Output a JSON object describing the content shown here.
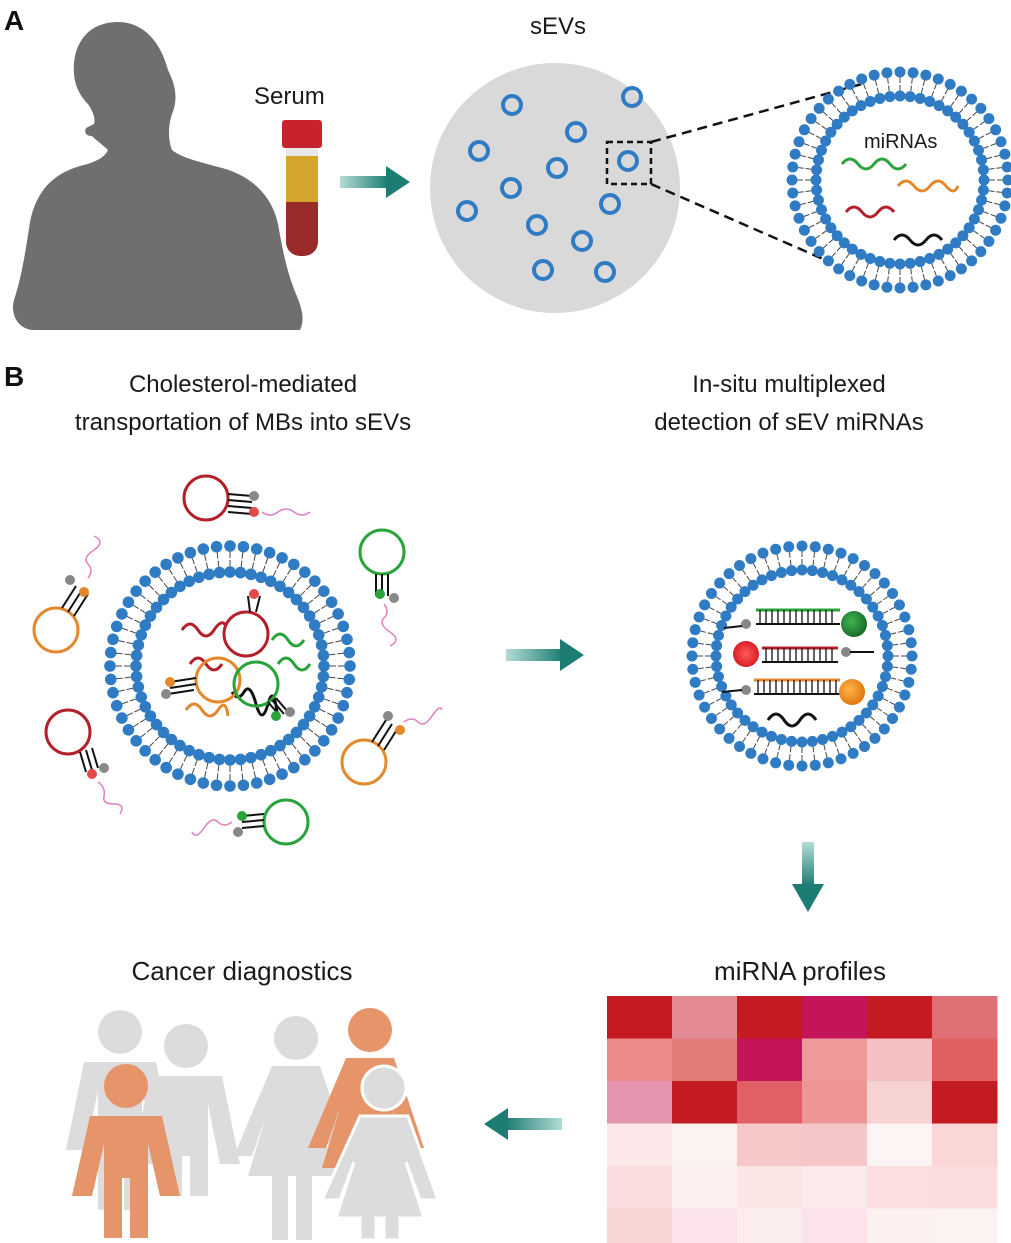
{
  "panel_a": {
    "letter": "A",
    "serum_label": "Serum",
    "sevs_label": "sEVs",
    "mirnas_label": "miRNAs"
  },
  "panel_b": {
    "letter": "B",
    "left_title_line1": "Cholesterol-mediated",
    "left_title_line2": "transportation of MBs into sEVs",
    "right_title_line1": "In-situ multiplexed",
    "right_title_line2": "detection of sEV miRNAs",
    "profiles_label": "miRNA profiles",
    "diagnostics_label": "Cancer diagnostics"
  },
  "colors": {
    "accent_teal": "#1d7d72",
    "membrane_blue": "#2f7bc4",
    "sev_fill": "#d9d9d9",
    "person_gray": "#6f6f6f",
    "tube_red": "#c8232c",
    "tube_yellow": "#d4a72c",
    "tube_blood": "#9b2b2b",
    "mirna_green": "#2aa33a",
    "mirna_orange": "#e3892b",
    "mirna_red": "#b3202a",
    "mirna_black": "#111111",
    "people_highlight": "#e6946a",
    "people_gray": "#dcdcdc"
  },
  "heatmap": {
    "rows": 6,
    "cols": 6,
    "cells": [
      [
        "#c41a22",
        "#e48a95",
        "#c41a22",
        "#c4145a",
        "#c41a22",
        "#e07075"
      ],
      [
        "#eb8a88",
        "#e07b78",
        "#c4145a",
        "#ee9a9a",
        "#f4c0c2",
        "#e06062"
      ],
      [
        "#e594ad",
        "#c41a22",
        "#e06065",
        "#ee9696",
        "#f7d2d2",
        "#c41a22"
      ],
      [
        "#fce8e8",
        "#fdf2f2",
        "#f7c8c8",
        "#f5c5c8",
        "#fdf4f4",
        "#fad6d6"
      ],
      [
        "#fadcdc",
        "#fdf0f0",
        "#fbe6e6",
        "#fbeaea",
        "#fbdede",
        "#fadcdc"
      ],
      [
        "#f8d4d4",
        "#fce4ea",
        "#fdeeee",
        "#fce2ec",
        "#fdf0f0",
        "#fdf2f2"
      ]
    ]
  }
}
